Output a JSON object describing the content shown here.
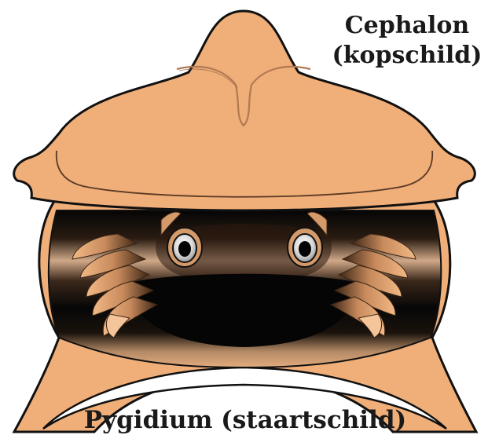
{
  "labels": {
    "cephalon_line1": "Cephalon",
    "cephalon_line2": "(kopschild)",
    "pygidium": "Pygidium (staartschild)"
  },
  "colors": {
    "shell": "#f0ae79",
    "shell_shadow": "#d8905c",
    "outline": "#111111",
    "interior_dark": "#050505",
    "interior_mid": "#6b4a33",
    "interior_light": "#c9a489",
    "eye_white": "#f2f2f2",
    "background": "#ffffff"
  }
}
